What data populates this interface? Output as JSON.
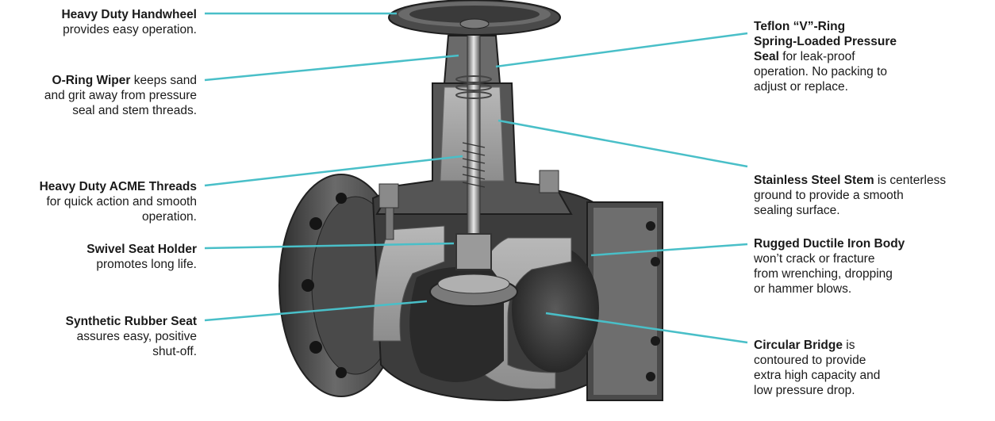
{
  "colors": {
    "leader": "#49bfc8",
    "metal_dark": "#3a3a3a",
    "metal_mid": "#7a7a7a",
    "metal_light": "#bdbdbd"
  },
  "callouts": {
    "handwheel": {
      "title": "Heavy Duty Handwheel",
      "text": "provides easy operation."
    },
    "oring": {
      "title": "O-Ring Wiper",
      "text_1": " keeps sand",
      "text_2": "and grit away from pressure",
      "text_3": "seal and stem threads."
    },
    "acme": {
      "title": "Heavy Duty ACME Threads",
      "text_1": "for quick action and smooth",
      "text_2": "operation."
    },
    "swivel": {
      "title": "Swivel Seat Holder",
      "text": "promotes long life."
    },
    "seat": {
      "title": "Synthetic Rubber Seat",
      "text_1": "assures easy, positive",
      "text_2": "shut-off."
    },
    "teflon": {
      "title_1": "Teflon “V”-Ring",
      "title_2": "Spring-Loaded Pressure",
      "title_3": "Seal",
      "text_1": " for leak-proof",
      "text_2": "operation. No packing to",
      "text_3": "adjust or replace."
    },
    "stem": {
      "title": "Stainless Steel Stem",
      "text_1": " is centerless",
      "text_2": "ground to provide a smooth",
      "text_3": "sealing surface."
    },
    "body": {
      "title": "Rugged Ductile Iron Body",
      "text_1": "won’t crack or fracture",
      "text_2": "from wrenching, dropping",
      "text_3": "or hammer blows."
    },
    "bridge": {
      "title": "Circular Bridge",
      "text_1": " is",
      "text_2": "contoured to provide",
      "text_3": "extra high capacity and",
      "text_4": "low pressure drop."
    }
  }
}
